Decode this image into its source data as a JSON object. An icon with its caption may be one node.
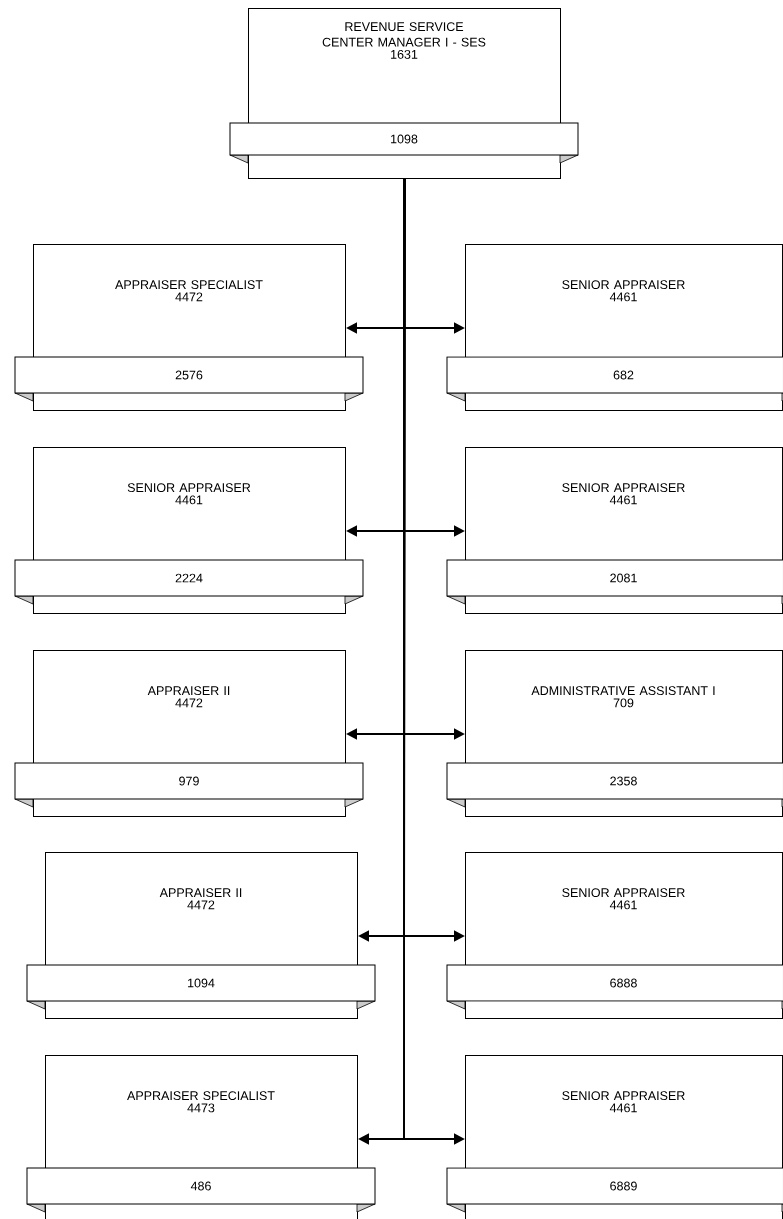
{
  "diagram": {
    "nodes": [
      {
        "text": [
          "REVENUE SERVICE CENTER MANAGER I - SES",
          "1631",
          "1098"
        ]
      },
      {
        "text": [
          "APPRAISER SPECIALIST",
          "4472",
          "2576"
        ]
      },
      {
        "text": [
          "SENIOR APPRAISER",
          "4461",
          "682"
        ]
      },
      {
        "text": [
          "SENIOR APPRAISER",
          "4461",
          "2224"
        ]
      },
      {
        "text": [
          "SENIOR APPRAISER",
          "4461",
          "2081"
        ]
      },
      {
        "text": [
          "APPRAISER II",
          "4472",
          "979"
        ]
      },
      {
        "text": [
          "ADMINISTRATIVE ASSISTANT I",
          "709",
          "2358"
        ]
      },
      {
        "text": [
          "APPRAISER II",
          "4472",
          "1094"
        ]
      },
      {
        "text": [
          "SENIOR APPRAISER",
          "4461",
          "6888"
        ]
      },
      {
        "text": [
          "APPRAISER SPECIALIST",
          "4473",
          "486"
        ]
      },
      {
        "text": [
          "SENIOR APPRAISER",
          "4461",
          "6889"
        ]
      }
    ],
    "edges": [
      {
        "from": 0,
        "to": 1,
        "arrow": "to"
      },
      {
        "from": 0,
        "to": 2,
        "arrow": "to"
      },
      {
        "from": 0,
        "to": 3,
        "arrow": "to"
      },
      {
        "from": 0,
        "to": 4,
        "arrow": "to"
      },
      {
        "from": 0,
        "to": 5,
        "arrow": "to"
      },
      {
        "from": 0,
        "to": 6,
        "arrow": "to"
      },
      {
        "from": 0,
        "to": 7,
        "arrow": "to"
      },
      {
        "from": 0,
        "to": 8,
        "arrow": "to"
      },
      {
        "from": 0,
        "to": 9,
        "arrow": "to"
      },
      {
        "from": 0,
        "to": 10,
        "arrow": "to"
      }
    ]
  }
}
